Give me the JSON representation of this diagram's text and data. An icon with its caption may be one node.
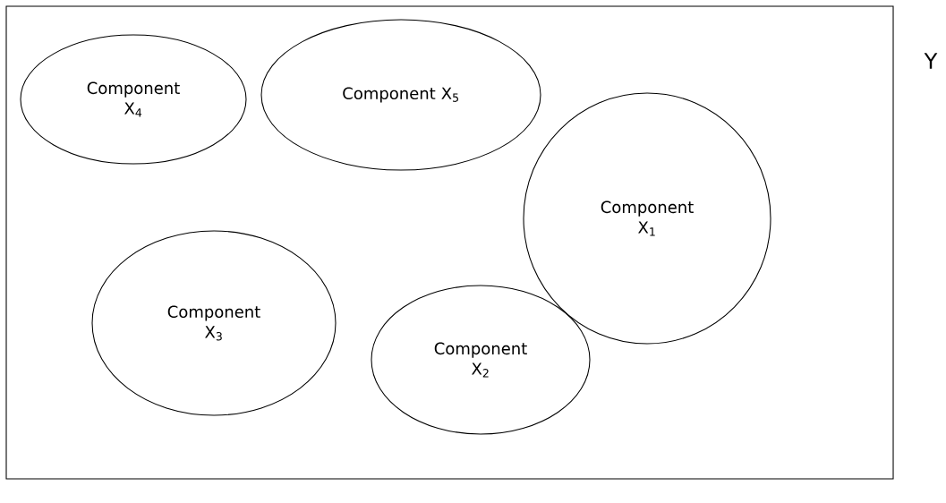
{
  "diagram": {
    "nodes": [
      {
        "text": [
          "Y"
        ]
      },
      {
        "text": [
          "Component X$_{4}$"
        ],
        "in": 0
      },
      {
        "text": [
          "Component X$_{5}$"
        ],
        "in": 0
      },
      {
        "text": [
          "Component X$_{1}$"
        ],
        "in": 0
      },
      {
        "text": [
          "Component X$_{3}$"
        ],
        "in": 0
      },
      {
        "text": [
          "Component X$_{2}$"
        ],
        "in": 0
      }
    ]
  }
}
